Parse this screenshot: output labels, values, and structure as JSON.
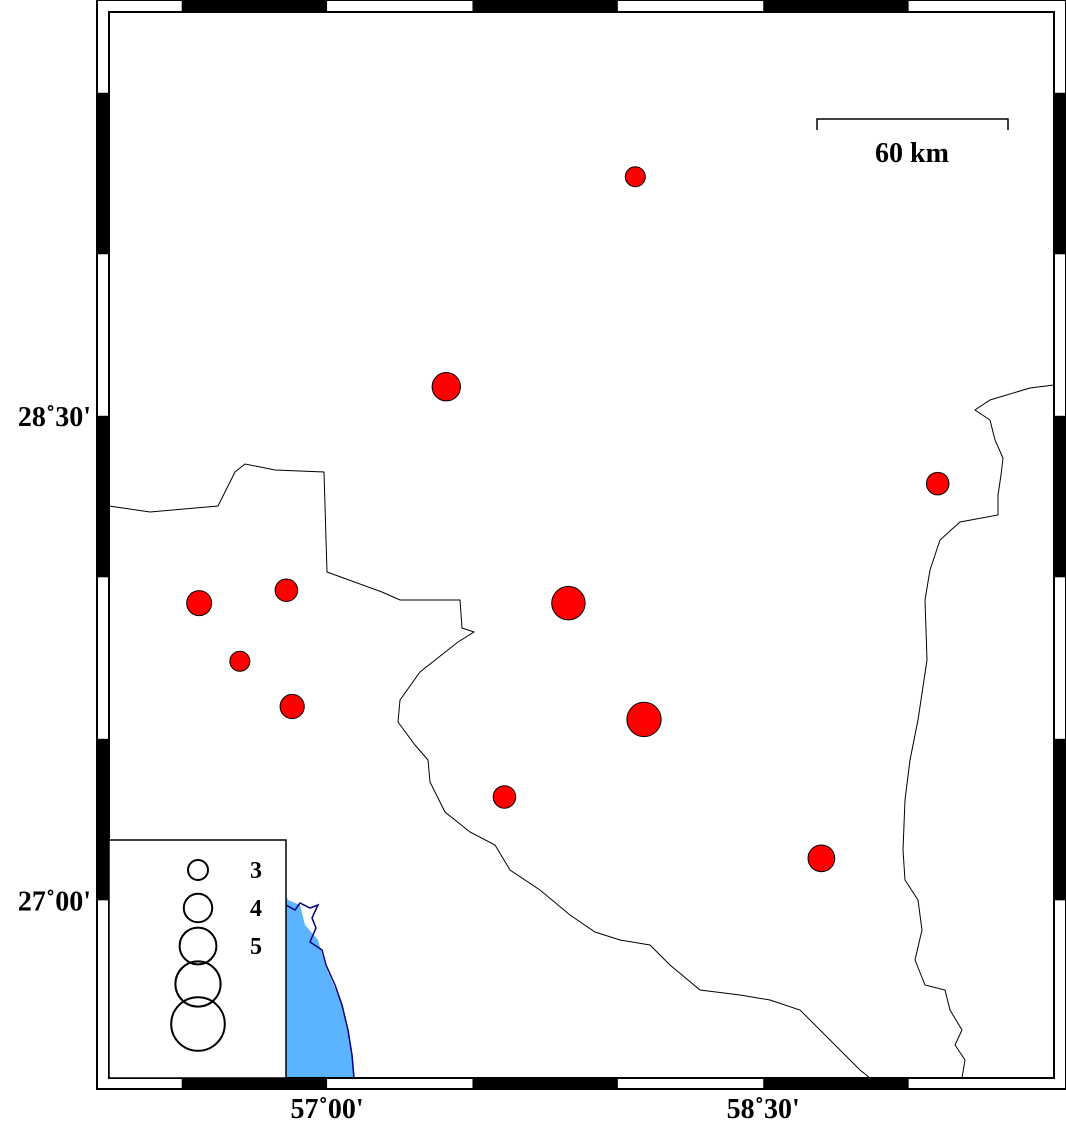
{
  "map": {
    "lon_range": [
      56.25,
      59.5
    ],
    "lat_range": [
      26.45,
      29.75
    ],
    "x_ticks": [
      {
        "value": 57.0,
        "label": "57˚00'"
      },
      {
        "value": 58.5,
        "label": "58˚30'"
      }
    ],
    "y_ticks": [
      {
        "value": 28.5,
        "label": "28˚30'"
      },
      {
        "value": 27.0,
        "label": "27˚00'"
      }
    ],
    "colors": {
      "event": "#ff0000",
      "sea": "#5cb3ff",
      "coast": "#000080",
      "border": "#000000"
    }
  },
  "scale_bar": {
    "label": "60 km",
    "length_km": 60
  },
  "legend": {
    "entries": [
      {
        "magnitude": 3,
        "label": "3"
      },
      {
        "magnitude": 4,
        "label": "4"
      },
      {
        "magnitude": 5,
        "label": "5"
      },
      {
        "magnitude": 6,
        "label": ""
      },
      {
        "magnitude": 7,
        "label": ""
      }
    ]
  },
  "events": [
    {
      "lon": 58.06,
      "lat": 29.24,
      "mag": 3.0
    },
    {
      "lon": 57.41,
      "lat": 28.59,
      "mag": 4.0
    },
    {
      "lon": 59.1,
      "lat": 28.29,
      "mag": 3.3
    },
    {
      "lon": 56.56,
      "lat": 27.92,
      "mag": 3.6
    },
    {
      "lon": 56.86,
      "lat": 27.96,
      "mag": 3.3
    },
    {
      "lon": 57.83,
      "lat": 27.92,
      "mag": 4.6
    },
    {
      "lon": 56.7,
      "lat": 27.74,
      "mag": 3.0
    },
    {
      "lon": 56.88,
      "lat": 27.6,
      "mag": 3.5
    },
    {
      "lon": 58.09,
      "lat": 27.56,
      "mag": 4.7
    },
    {
      "lon": 57.61,
      "lat": 27.32,
      "mag": 3.3
    },
    {
      "lon": 58.7,
      "lat": 27.13,
      "mag": 3.8
    }
  ]
}
